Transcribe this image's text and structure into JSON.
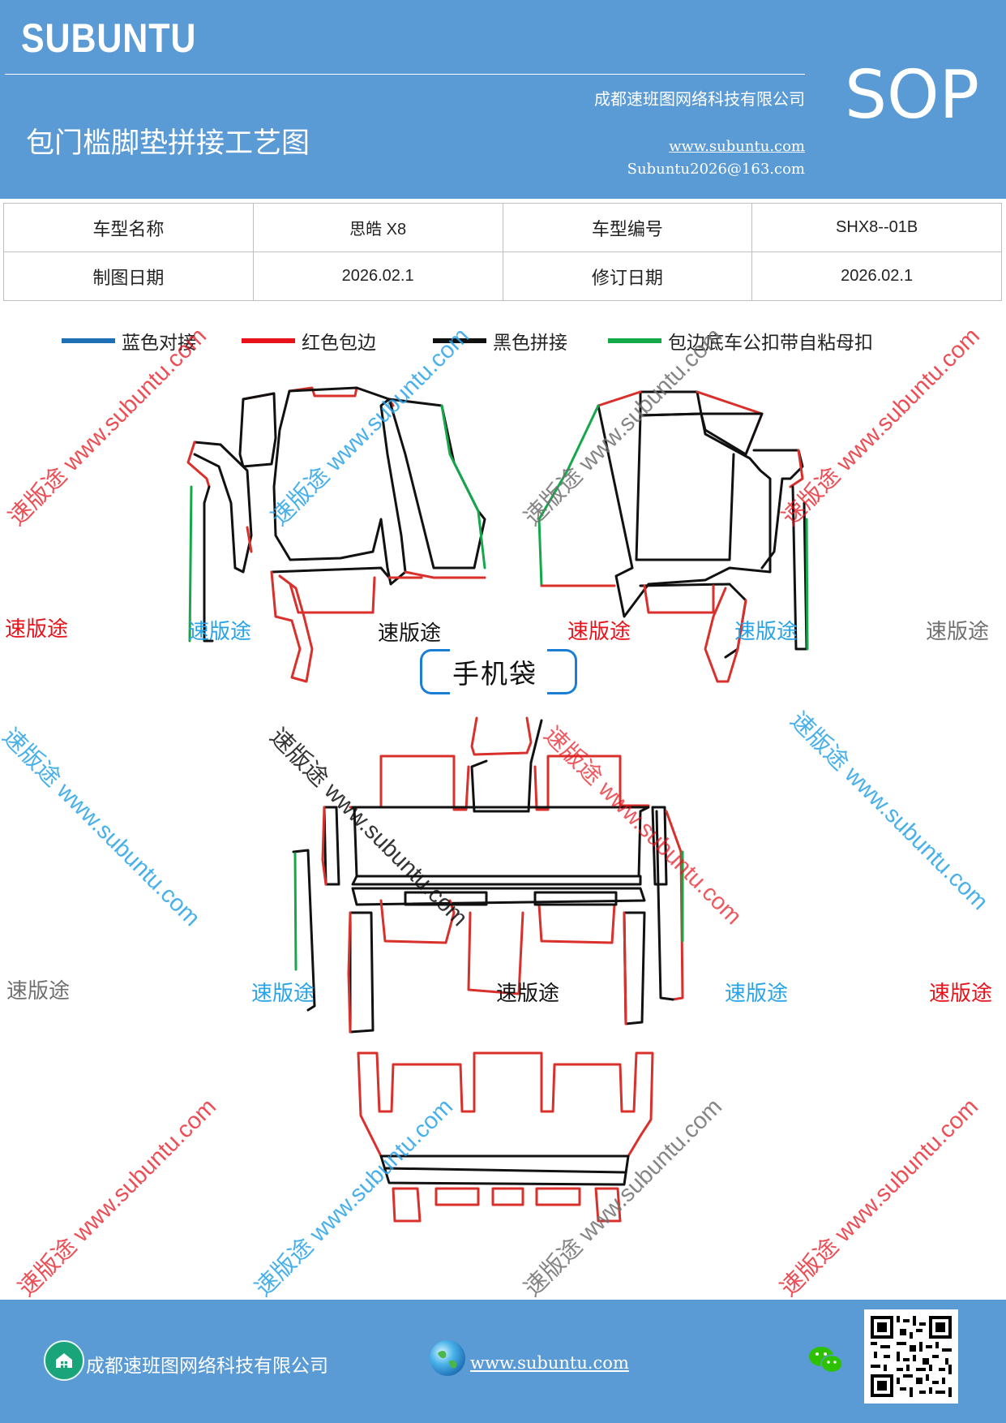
{
  "header": {
    "brand": "SUBUNTU",
    "sop": "SOP",
    "company": "成都速班图网络科技有限公司",
    "title": "包门槛脚垫拼接工艺图",
    "website": "www.subuntu.com",
    "email": "Subuntu2026@163.com"
  },
  "info": {
    "rows": [
      {
        "label1": "车型名称",
        "value1": "思皓 X8",
        "label2": "车型编号",
        "value2": "SHX8--01B"
      },
      {
        "label1": "制图日期",
        "value1": "2026.02.1",
        "label2": "修订日期",
        "value2": "2026.02.1"
      }
    ]
  },
  "legend": [
    {
      "label": "蓝色对接",
      "color": "#1f6fb5"
    },
    {
      "label": "红色包边",
      "color": "#e8121b"
    },
    {
      "label": "黑色拼接",
      "color": "#111111"
    },
    {
      "label": "包边底车公扣带自粘母扣",
      "color": "#14a84b"
    }
  ],
  "drawing": {
    "pocket_label": "手机袋",
    "colors": {
      "edge_red": "#d9302c",
      "seam_black": "#111111",
      "hook_green": "#14a84b",
      "dock_blue": "#1a7fd4"
    }
  },
  "watermarks": {
    "brand_cn": "速版途",
    "site": "速版途 www.subuntu.com",
    "colors": {
      "red": "#e8121b",
      "blue": "#29a3e8",
      "gray": "#707070",
      "black": "#111111"
    }
  },
  "footer": {
    "company": "成都速班图网络科技有限公司",
    "website": "www.subuntu.com",
    "icons": [
      "home-icon",
      "globe-icon",
      "wechat-icon",
      "qr-code"
    ]
  }
}
